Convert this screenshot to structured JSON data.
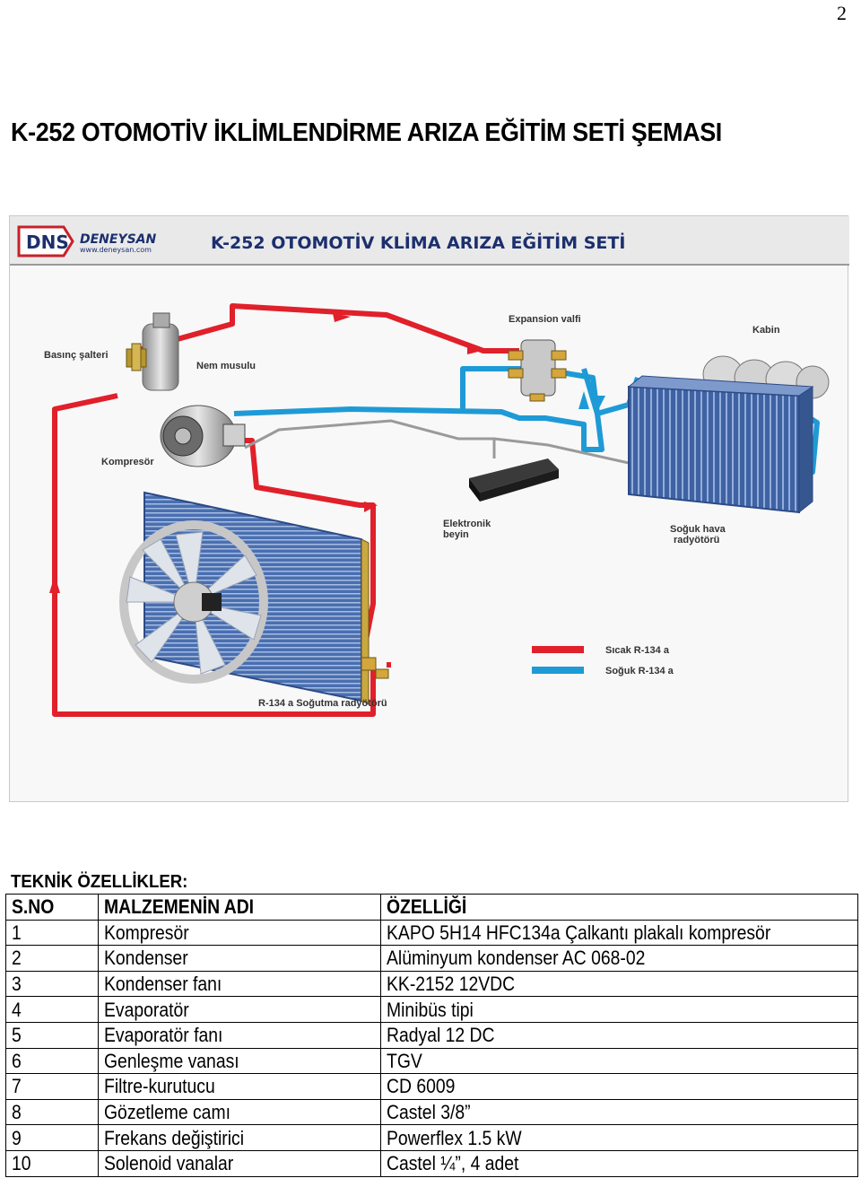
{
  "page_number": "2",
  "title": "K-252 OTOMOTİV İKLİMLENDİRME ARIZA EĞİTİM SETİ ŞEMASI",
  "diagram": {
    "logo_text": "DNS",
    "brand": "DENEYSAN",
    "website": "www.deneysan.com",
    "header": "K-252 OTOMOTİV KLİMA ARIZA EĞİTİM SETİ",
    "labels": {
      "pressure_switch": "Basınç şalteri",
      "receiver_drier": "Nem musulu",
      "expansion_valve": "Expansion valfi",
      "cabin": "Kabin",
      "compressor": "Kompresör",
      "ecu_line1": "Elektronik",
      "ecu_line2": "beyin",
      "evaporator_line1": "Soğuk hava",
      "evaporator_line2": "radyötörü",
      "condenser": "R-134 a Soğutma radyötörü"
    },
    "legend": [
      {
        "label": "Sıcak R-134 a",
        "color": "#e0202a"
      },
      {
        "label": "Soğuk R-134 a",
        "color": "#1e9ad6"
      }
    ]
  },
  "specs": {
    "heading": "TEKNİK ÖZELLİKLER:",
    "columns": [
      "S.NO",
      "MALZEMENİN ADI",
      "ÖZELLİĞİ"
    ],
    "rows": [
      [
        "1",
        "Kompresör",
        "KAPO 5H14 HFC134a Çalkantı plakalı kompresör"
      ],
      [
        "2",
        "Kondenser",
        "Alüminyum kondenser AC 068-02"
      ],
      [
        "3",
        "Kondenser fanı",
        "KK-2152 12VDC"
      ],
      [
        "4",
        "Evaporatör",
        "Minibüs tipi"
      ],
      [
        "5",
        "Evaporatör fanı",
        "Radyal 12 DC"
      ],
      [
        "6",
        "Genleşme vanası",
        "TGV"
      ],
      [
        "7",
        "Filtre-kurutucu",
        "CD 6009"
      ],
      [
        "8",
        "Gözetleme camı",
        "Castel 3/8”"
      ],
      [
        "9",
        "Frekans değiştirici",
        "Powerflex 1.5 kW"
      ],
      [
        "10",
        "Solenoid vanalar",
        "Castel ¼”, 4 adet"
      ]
    ]
  }
}
